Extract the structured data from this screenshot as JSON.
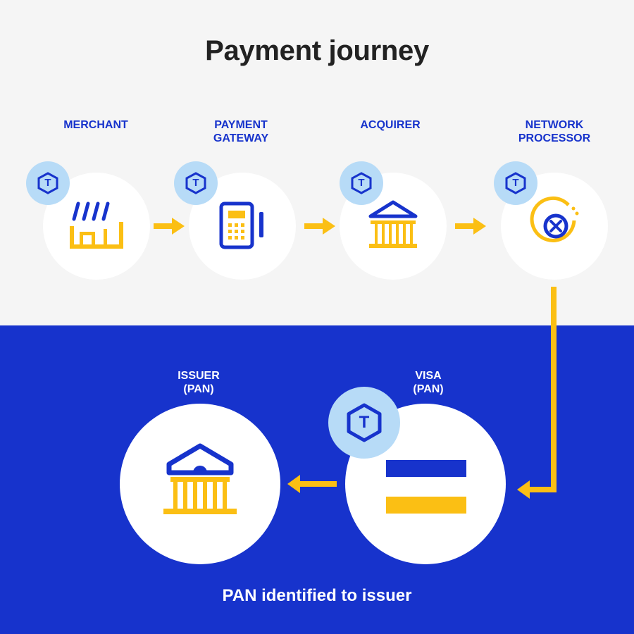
{
  "title": "Payment journey",
  "steps": [
    {
      "label": "MERCHANT",
      "icon": "storefront-icon"
    },
    {
      "label": "PAYMENT\nGATEWAY",
      "icon": "pos-terminal-icon"
    },
    {
      "label": "ACQUIRER",
      "icon": "bank-icon"
    },
    {
      "label": "NETWORK\nPROCESSOR",
      "icon": "network-globe-icon"
    }
  ],
  "bottom_steps": [
    {
      "label": "ISSUER\n(PAN)",
      "icon": "issuer-bank-icon"
    },
    {
      "label": "VISA\n(PAN)",
      "icon": "visa-card-icon"
    }
  ],
  "badge_letter": "T",
  "footer": "PAN identified to issuer",
  "colors": {
    "blue": "#1733cc",
    "yellow": "#fbbf14",
    "light_bg": "#f5f5f5",
    "badge_bg": "#b7dbf7"
  }
}
